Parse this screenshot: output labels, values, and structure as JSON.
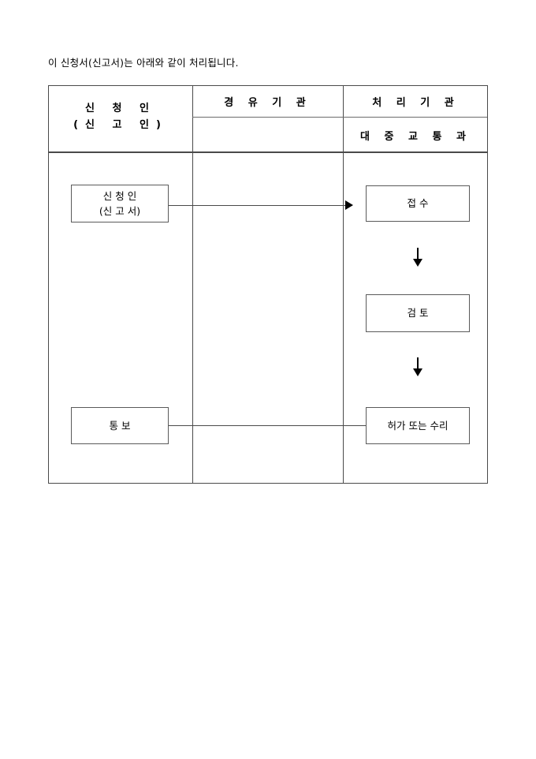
{
  "intro": {
    "text": "이 신청서(신고서)는 아래와 같이 처리됩니다."
  },
  "table": {
    "headers": {
      "applicant_line1": "신    청    인",
      "applicant_line2": "(신    고    인)",
      "via_agency": "경  유  기  관",
      "processing_agency": "처  리  기  관",
      "department": "대 중 교 통 과"
    }
  },
  "flow": {
    "applicant_box": {
      "line1": "신    청    인",
      "line2": "(신    고    서)"
    },
    "receipt_box": "접         수",
    "review_box": "검         토",
    "permit_box": "허가 또는 수리",
    "notify_box": "통        보"
  },
  "colors": {
    "frame": "#4a4a4a",
    "box_border": "#5a5a5a",
    "line": "#2b2b2b",
    "text": "#000000",
    "background": "#ffffff"
  }
}
